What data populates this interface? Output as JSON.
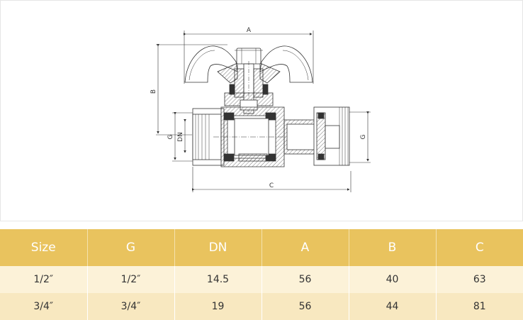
{
  "drawing": {
    "labels": {
      "a": "A",
      "b": "B",
      "c": "C",
      "g_left": "G",
      "dn": "DN",
      "g_right": "G"
    }
  },
  "table": {
    "headers": [
      "Size",
      "G",
      "DN",
      "A",
      "B",
      "C"
    ],
    "rows": [
      [
        "1/2″",
        "1/2″",
        "14.5",
        "56",
        "40",
        "63"
      ],
      [
        "3/4″",
        "3/4″",
        "19",
        "56",
        "44",
        "81"
      ]
    ]
  },
  "colors": {
    "header": "#e9c35e",
    "row1": "#fcf2d8",
    "row2": "#f8e8c0",
    "line": "#333333"
  }
}
